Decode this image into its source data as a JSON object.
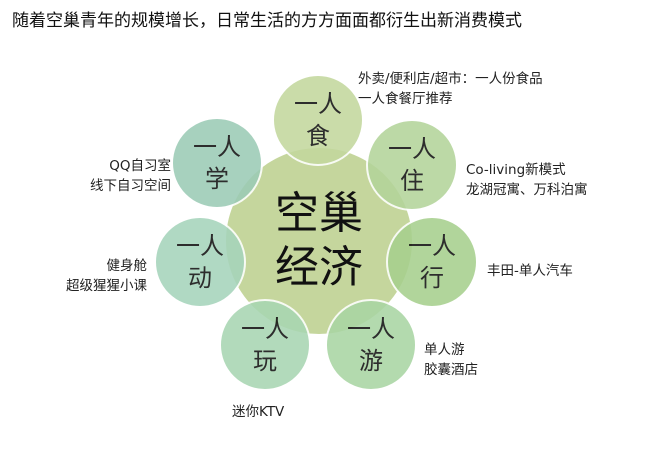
{
  "title": "随着空巢青年的规模增长，日常生活的方方面面都衍生出新消费模式",
  "center": {
    "line1": "空巢",
    "line2": "经济",
    "color": "#bbcf8c"
  },
  "nodes": [
    {
      "id": "eat",
      "line1": "一人",
      "line2": "食",
      "color": "#c3d89e",
      "desc": [
        "外卖/便利店/超市：一人份食品",
        "一人食餐厅推荐"
      ]
    },
    {
      "id": "live",
      "line1": "一人",
      "line2": "住",
      "color": "#b3d49a",
      "desc": [
        "Co-living新模式",
        "龙湖冠寓、万科泊寓"
      ]
    },
    {
      "id": "travel",
      "line1": "一人",
      "line2": "行",
      "color": "#a7d08e",
      "desc": [
        "丰田-单人汽车"
      ]
    },
    {
      "id": "tour",
      "line1": "一人",
      "line2": "游",
      "color": "#a9d5a3",
      "desc": [
        "单人游",
        "胶囊酒店"
      ]
    },
    {
      "id": "play",
      "line1": "一人",
      "line2": "玩",
      "color": "#a8d6b2",
      "desc": [
        "迷你KTV"
      ]
    },
    {
      "id": "sport",
      "line1": "一人",
      "line2": "动",
      "color": "#a6d4bb",
      "desc": [
        "健身舱",
        "超级猩猩小课"
      ]
    },
    {
      "id": "study",
      "line1": "一人",
      "line2": "学",
      "color": "#9ccbb6",
      "desc": [
        "QQ自习室",
        "线下自习空间"
      ]
    }
  ]
}
